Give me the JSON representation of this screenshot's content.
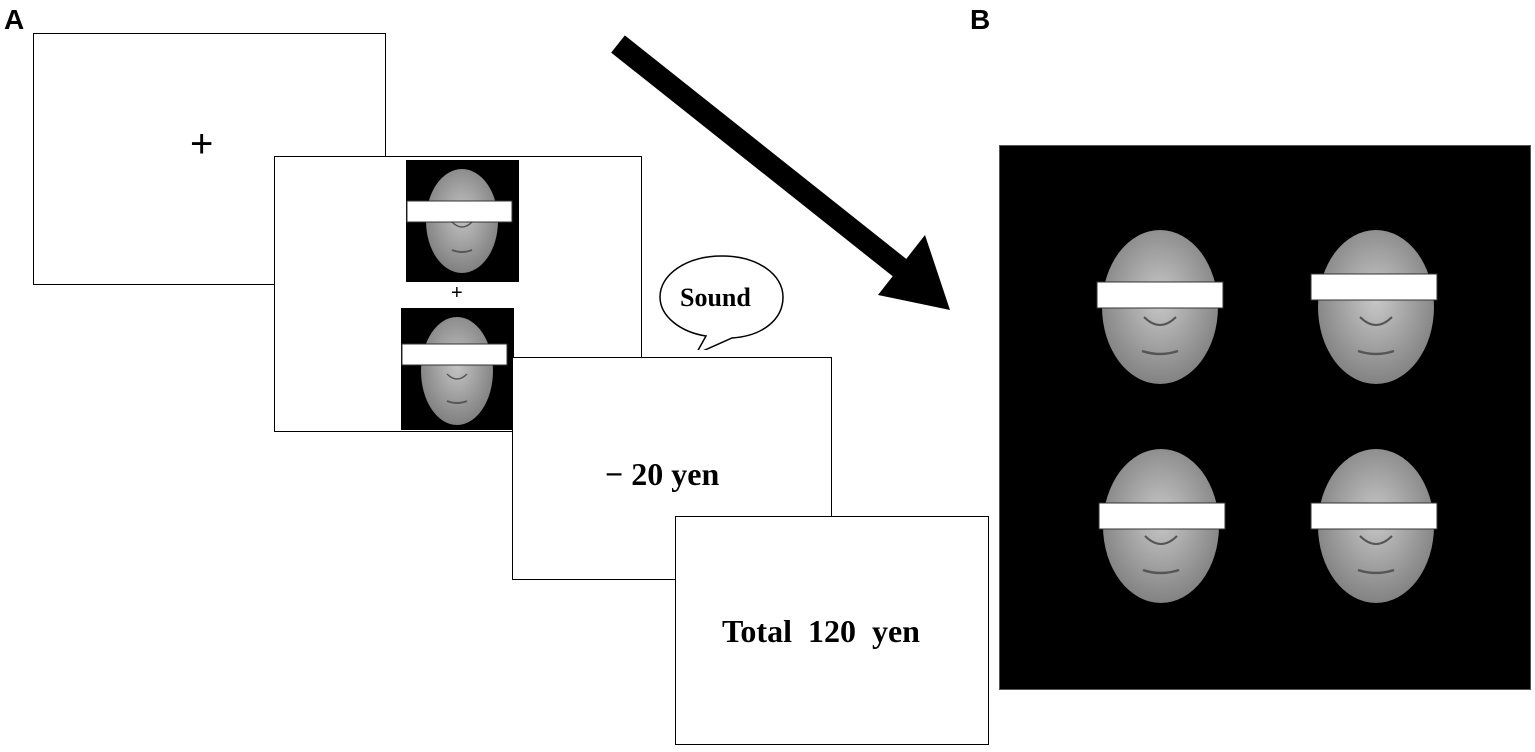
{
  "panels": {
    "a_label": "A",
    "b_label": "B"
  },
  "trial": {
    "fixation_cross": "+",
    "face_pair_cross": "+",
    "sound_label": "Sound",
    "feedback_text": "− 20 yen",
    "total_text": "Total  120  yen"
  },
  "colors": {
    "background": "#000000",
    "face_mask": "#ffffff",
    "stroke": "#000000"
  }
}
